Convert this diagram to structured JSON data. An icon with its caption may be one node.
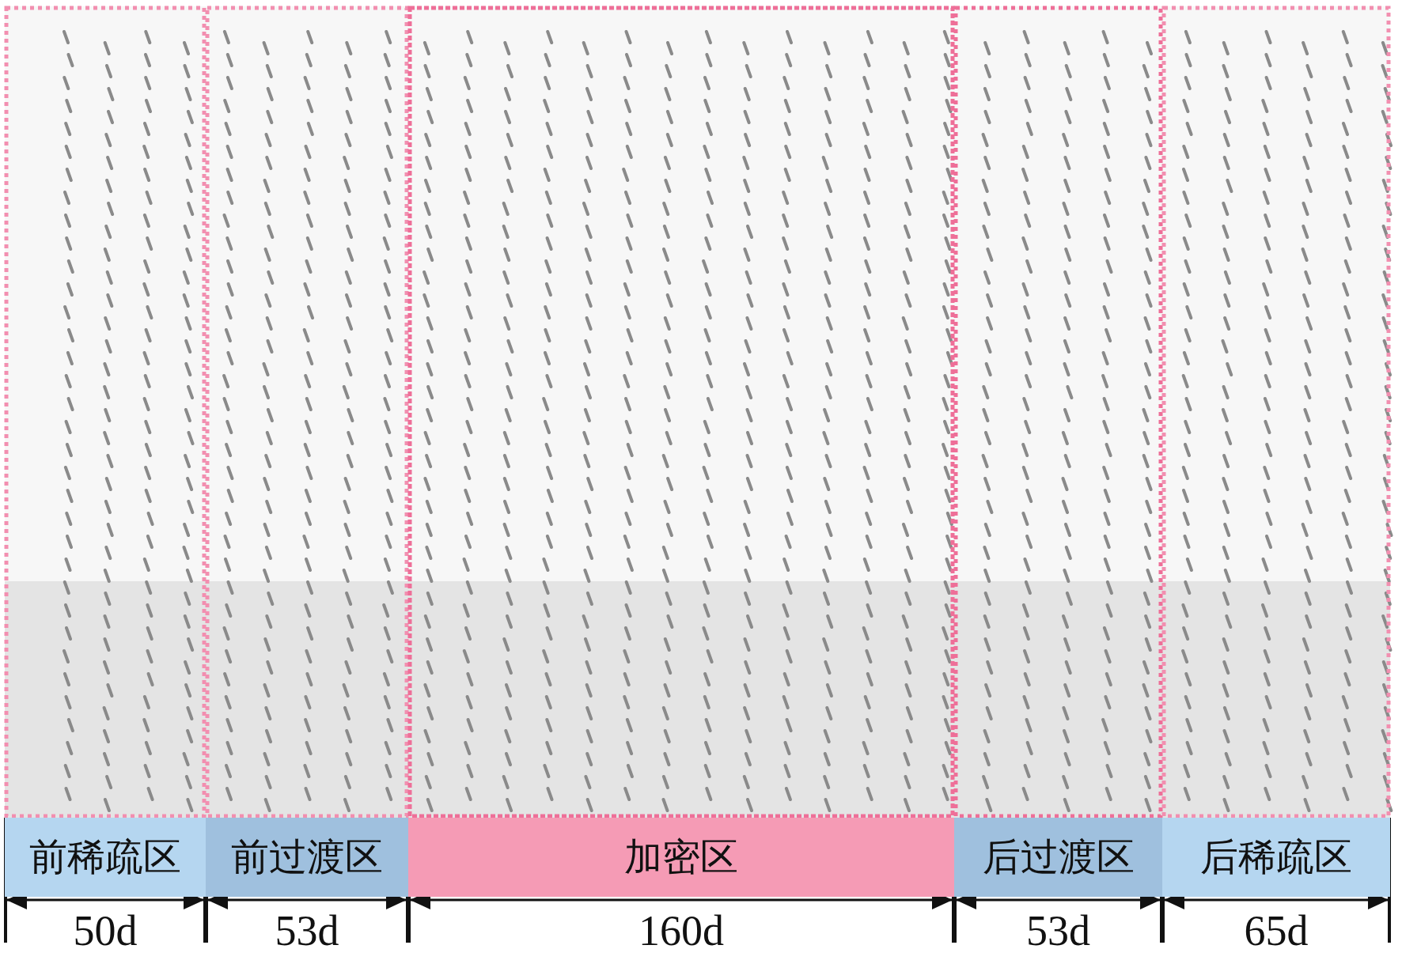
{
  "diagram": {
    "nodes": [
      {
        "text": [
          "前稀疏区"
        ]
      },
      {
        "text": [
          "前过渡区"
        ]
      },
      {
        "text": [
          "加密区"
        ]
      },
      {
        "text": [
          "后过渡区"
        ]
      },
      {
        "text": [
          "后稀疏区"
        ]
      }
    ],
    "labels": [
      "50d",
      "53d",
      "160d",
      "53d",
      "65d"
    ]
  }
}
